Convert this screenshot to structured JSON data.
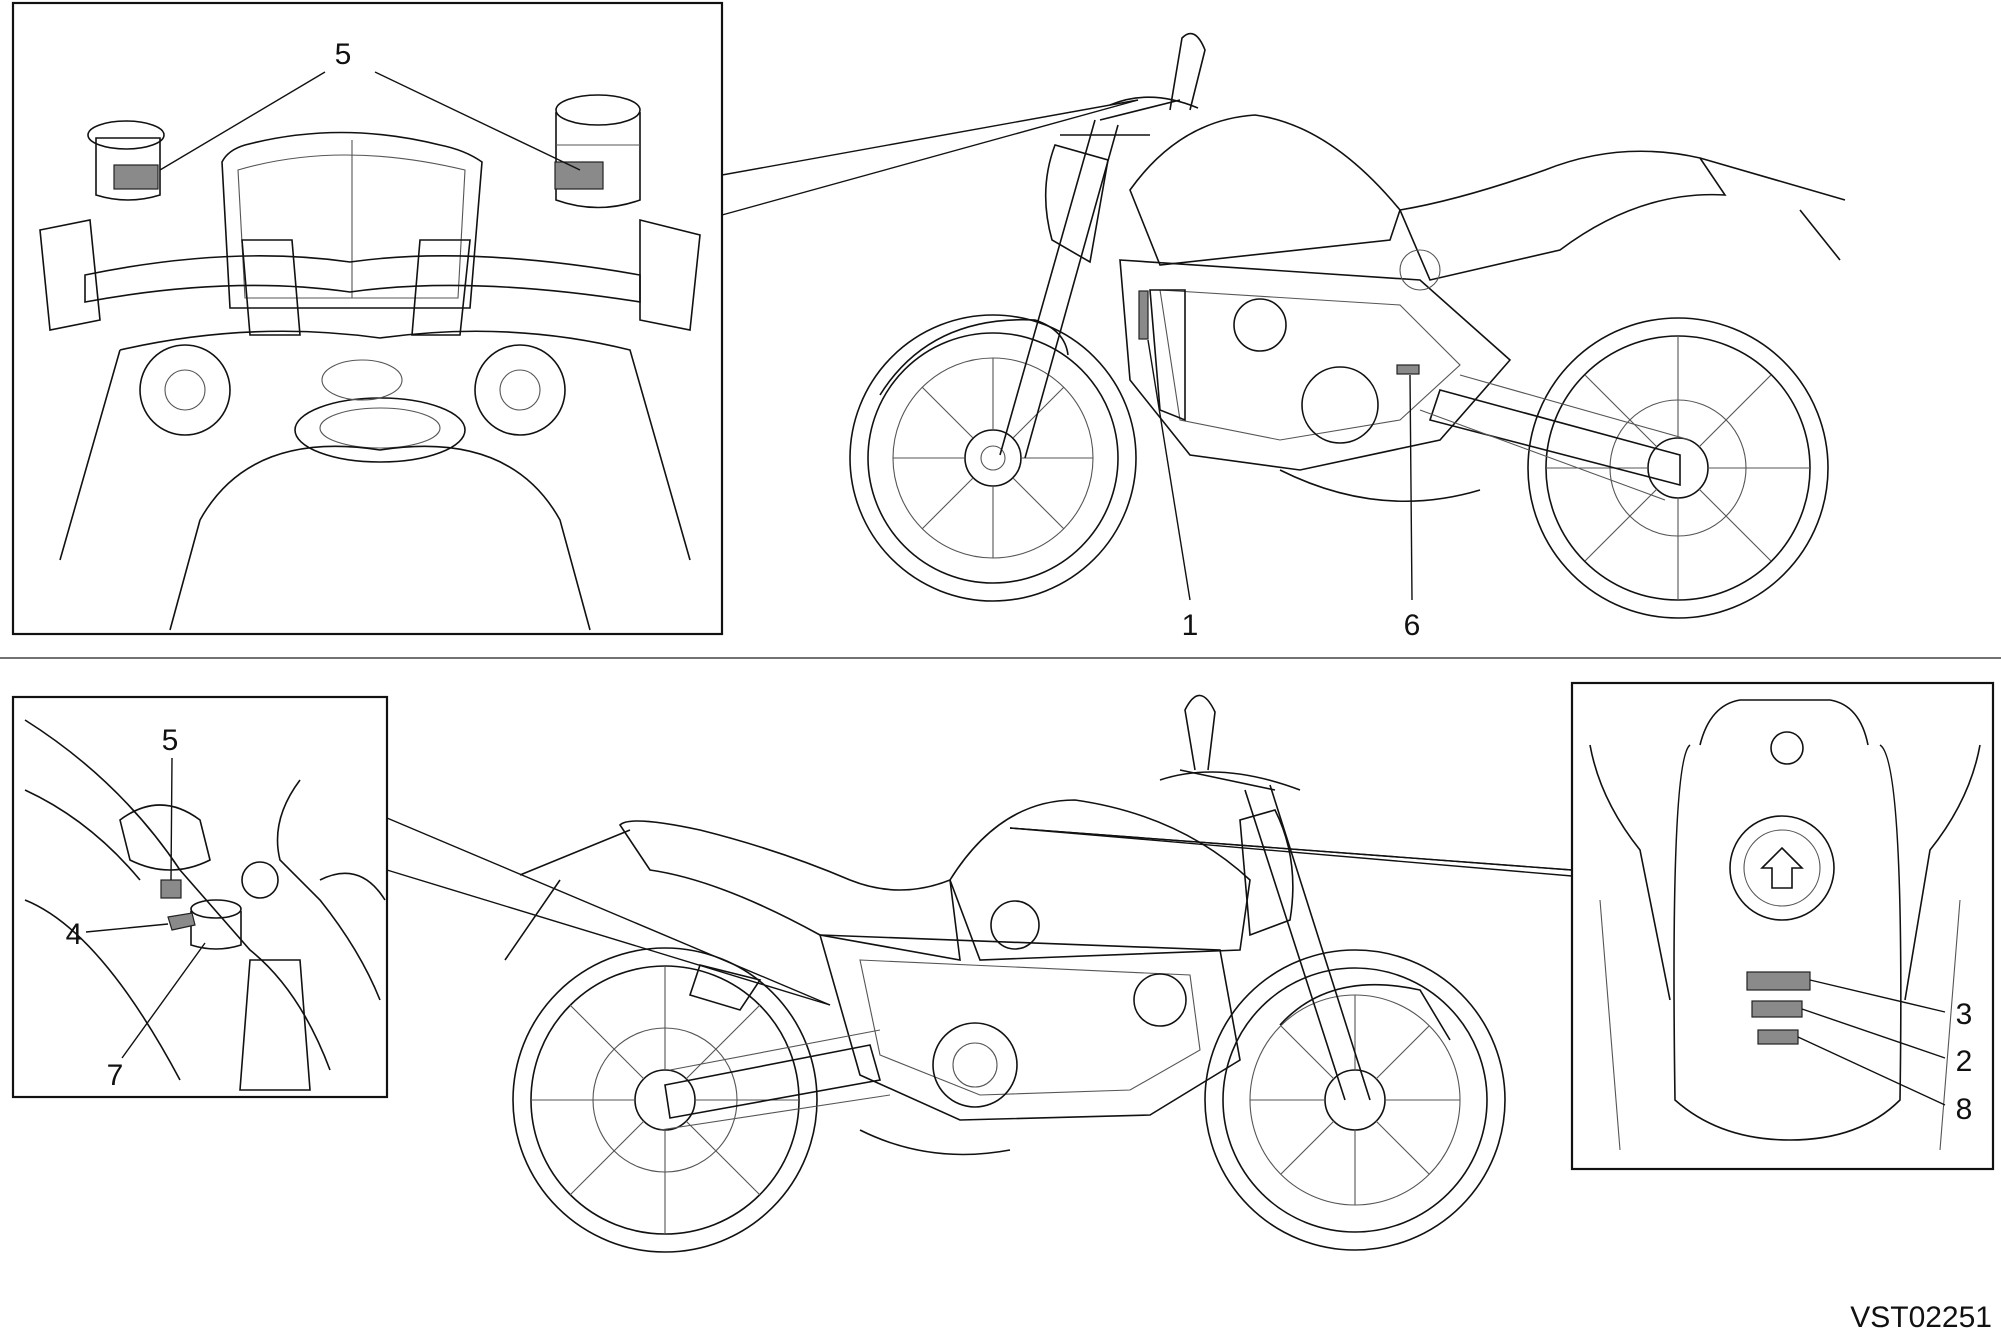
{
  "callouts": {
    "top_detail_5": "5",
    "side_1": "1",
    "side_6": "6",
    "left_detail_5": "5",
    "left_detail_4": "4",
    "left_detail_7": "7",
    "right_detail_3": "3",
    "right_detail_2": "2",
    "right_detail_8": "8"
  },
  "drawing_code": "VST02251",
  "colors": {
    "line": "#111111",
    "label_fill": "#8a8a8a",
    "background": "#ffffff"
  }
}
